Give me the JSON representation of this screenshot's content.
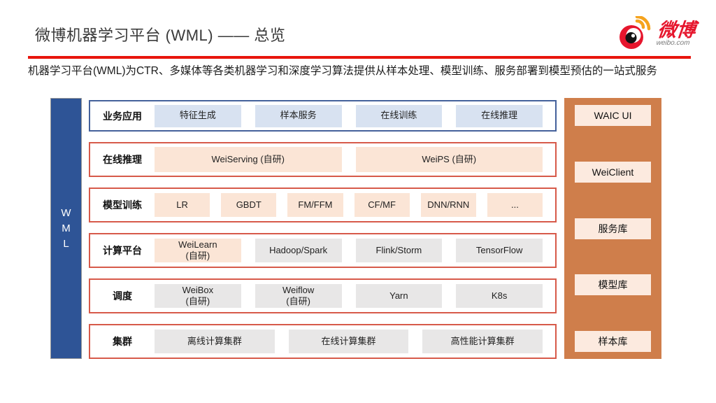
{
  "header": {
    "title": "微博机器学习平台 (WML) —— 总览",
    "subtitle": "机器学习平台(WML)为CTR、多媒体等各类机器学习和深度学习算法提供从样本处理、模型训练、服务部署到模型预估的一站式服务",
    "logo": {
      "brand": "微博",
      "domain": "weibo.com"
    }
  },
  "diagram": {
    "left_bar": {
      "label": "W\nM\nL"
    },
    "rows": [
      {
        "label": "业务应用",
        "items": [
          "特征生成",
          "样本服务",
          "在线训练",
          "在线推理"
        ]
      },
      {
        "label": "在线推理",
        "items": [
          "WeiServing (自研)",
          "WeiPS (自研)"
        ]
      },
      {
        "label": "模型训练",
        "items": [
          "LR",
          "GBDT",
          "FM/FFM",
          "CF/MF",
          "DNN/RNN",
          "..."
        ]
      },
      {
        "label": "计算平台",
        "items": [
          "WeiLearn\n(自研)",
          "Hadoop/Spark",
          "Flink/Storm",
          "TensorFlow"
        ]
      },
      {
        "label": "调度",
        "items": [
          "WeiBox\n(自研)",
          "Weiflow\n(自研)",
          "Yarn",
          "K8s"
        ]
      },
      {
        "label": "集群",
        "items": [
          "离线计算集群",
          "在线计算集群",
          "高性能计算集群"
        ]
      }
    ],
    "right_panel": {
      "items": [
        "WAIC UI",
        "WeiClient",
        "服务库",
        "模型库",
        "样本库"
      ]
    }
  },
  "colors": {
    "rule-red": "#e8150d",
    "weibo-red": "#e6162d",
    "weibo-orange": "#f5a31d",
    "bar-blue": "#2e5496",
    "row-blue-border": "#44619b",
    "row-red-border": "#d75a4a",
    "box-blue": "#d8e2f1",
    "box-peach": "#fbe5d6",
    "box-gray": "#e8e7e7",
    "panel-orange": "#cf7e4b",
    "panel-box": "#fceadf"
  }
}
